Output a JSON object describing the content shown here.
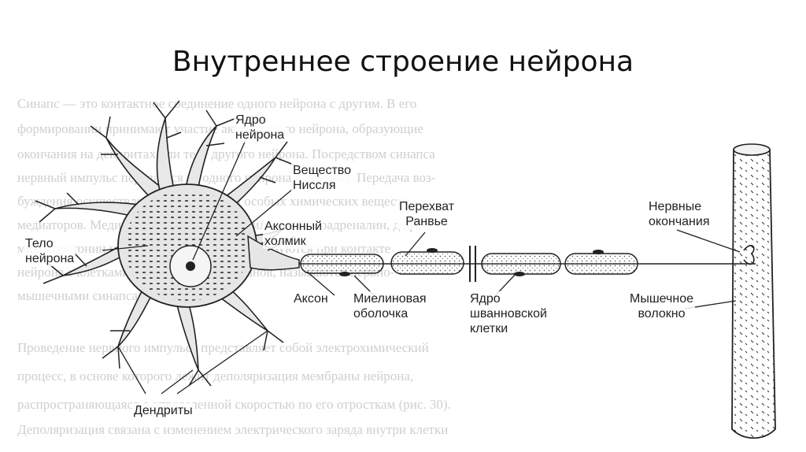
{
  "title": "Внутреннее строение нейрона",
  "labels": {
    "nucleus_l1": "Ядро",
    "nucleus_l2": "нейрона",
    "nissl_l1": "Вещество",
    "nissl_l2": "Ниссля",
    "hillock_l1": "Аксонный",
    "hillock_l2": "холмик",
    "ranvier_l1": "Перехват",
    "ranvier_l2": "Ранвье",
    "endings_l1": "Нервные",
    "endings_l2": "окончания",
    "body_l1": "Тело",
    "body_l2": "нейрона",
    "axon": "Аксон",
    "myelin_l1": "Миелиновая",
    "myelin_l2": "оболочка",
    "schwann_l1": "Ядро",
    "schwann_l2": "шванновской",
    "schwann_l3": "клетки",
    "muscle_l1": "Мышечное",
    "muscle_l2": "волокно",
    "dendrites": "Дендриты"
  },
  "background_text": [
    "Синапс — это контактное соединение одного нейрона с другим. В его",
    "формировании принимают участие аксон одного нейрона, образующие",
    "окончания на дендритах или теле другого нейрона. Посредством синапса",
    "нервный импульс передается от одного нейрона к другому. Передача воз-",
    "буждения осуществляется при помощи особых химических веществ —",
    "медиаторов. Медиаторами являются ацетилхолин, норадреналин, дофа-",
    "мин, серотонин и др. Синапсы, которые образуются при контакте",
    "нейрона с клетками других тканей и органов, называются нервно-",
    "мышечными синапсами.",
    "Проведение нервного импульса представляет собой электрохимический",
    "процесс, в основе которого лежит деполяризация мембраны нейрона,",
    "распространяющаяся с определенной скоростью по его отросткам (рис. 30).",
    "Деполяризация связана с изменением электрического заряда внутри клетки"
  ]
}
